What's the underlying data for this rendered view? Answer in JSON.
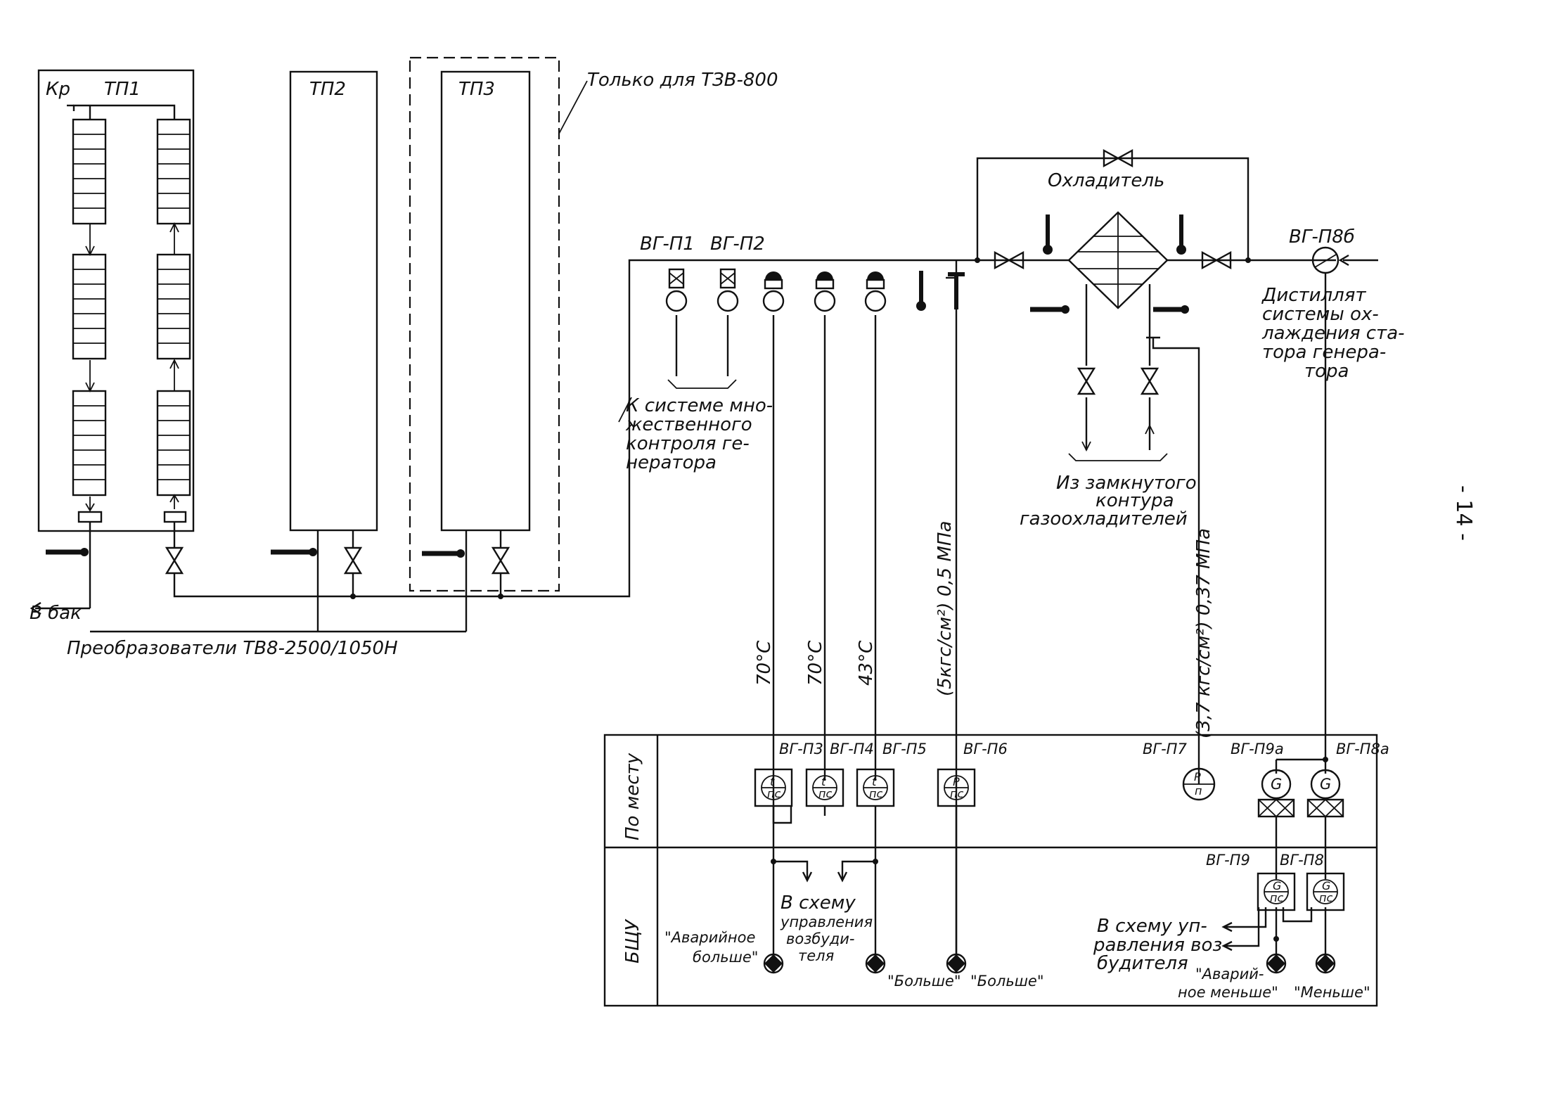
{
  "page_number": "- 14 -",
  "note_only": "Только для ТЗВ-800",
  "transformers": {
    "tp1": "ТП1",
    "tp2": "ТП2",
    "tp3": "ТП3",
    "kr": "Кр"
  },
  "to_tank": "В бак",
  "converters": "Преобразователи  ТВ8-2500/1050Н",
  "cooler": "Охладитель",
  "tags": {
    "p1": "ВГ-П1",
    "p2": "ВГ-П2",
    "p3": "ВГ-П3",
    "p4": "ВГ-П4",
    "p5": "ВГ-П5",
    "p6": "ВГ-П6",
    "p7": "ВГ-П7",
    "p8": "ВГ-П8",
    "p8a": "ВГ-П8а",
    "p8b": "ВГ-П8б",
    "p9": "ВГ-П9",
    "p9a": "ВГ-П9а"
  },
  "multi_control": [
    "К системе мно-",
    "жественного",
    "контроля ге-",
    "нератора"
  ],
  "closed_loop": [
    "Из замкнутого",
    "контура",
    "газоохладителей"
  ],
  "distillate": [
    "Дистиллят",
    "системы ох-",
    "лаждения ста-",
    "тора   генера-",
    "тора"
  ],
  "temps": {
    "t1": "70°С",
    "t2": "70°С",
    "t3": "43°С"
  },
  "pressure_1": "(5кгс/см²) 0,5 МПа",
  "pressure_2": "(3,7 кгс/см²) 0,37 МПа",
  "rows": {
    "local": "По месту",
    "bshu": "БЩУ"
  },
  "to_exciter_1": [
    "В схему",
    "управления",
    "возбуди-",
    "теля"
  ],
  "to_exciter_2": [
    "В схему уп-",
    "равления воз-",
    "будителя"
  ],
  "signals": {
    "emergency_more": [
      "\"Аварийное",
      "больше\""
    ],
    "more_1": "\"Больше\"",
    "more_2": "\"Больше\"",
    "emergency_less": [
      "\"Аварий-",
      "ное меньше\""
    ],
    "less": "\"Меньше\""
  },
  "instrument_glyphs": {
    "t": "t",
    "p": "P",
    "g": "G",
    "pc": "пс",
    "n": "п"
  }
}
